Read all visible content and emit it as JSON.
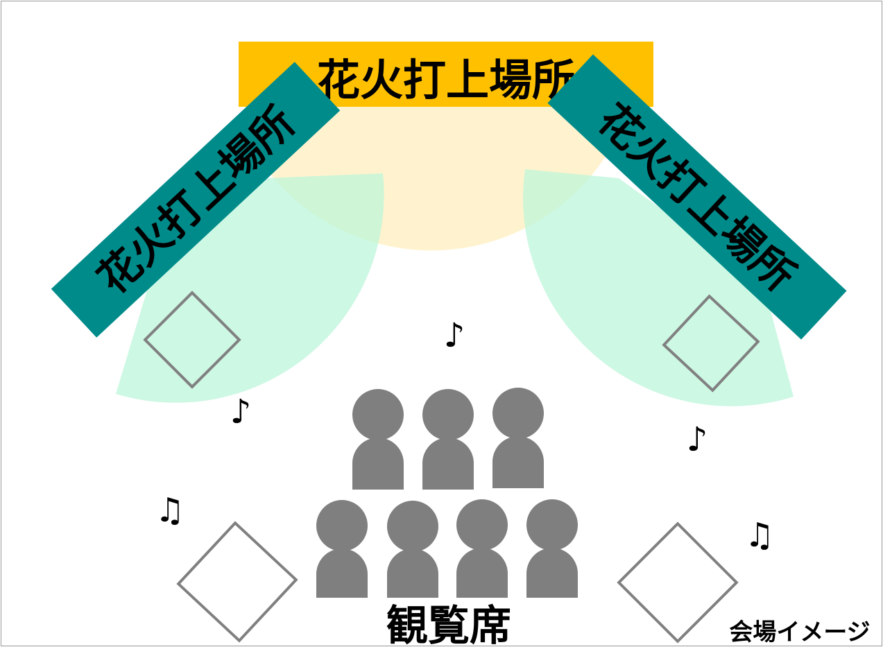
{
  "diagram": {
    "top_zone_label": "花火打上場所",
    "left_zone_label": "花火打上場所",
    "right_zone_label": "花火打上場所",
    "seating_label": "観覧席",
    "caption": "会場イメージ",
    "music_notes": {
      "note_1": "♪",
      "note_2": "♪",
      "note_3": "♫",
      "note_4": "♪",
      "note_5": "♫"
    },
    "colors": {
      "top_banner": "#ffc000",
      "side_banner": "#008b8b",
      "top_fan": "#fff2cc",
      "side_fan": "#ccfbe6",
      "audience": "#7f7f7f",
      "speaker_outline": "#808080",
      "frame_border": "#9a9a9a"
    }
  }
}
